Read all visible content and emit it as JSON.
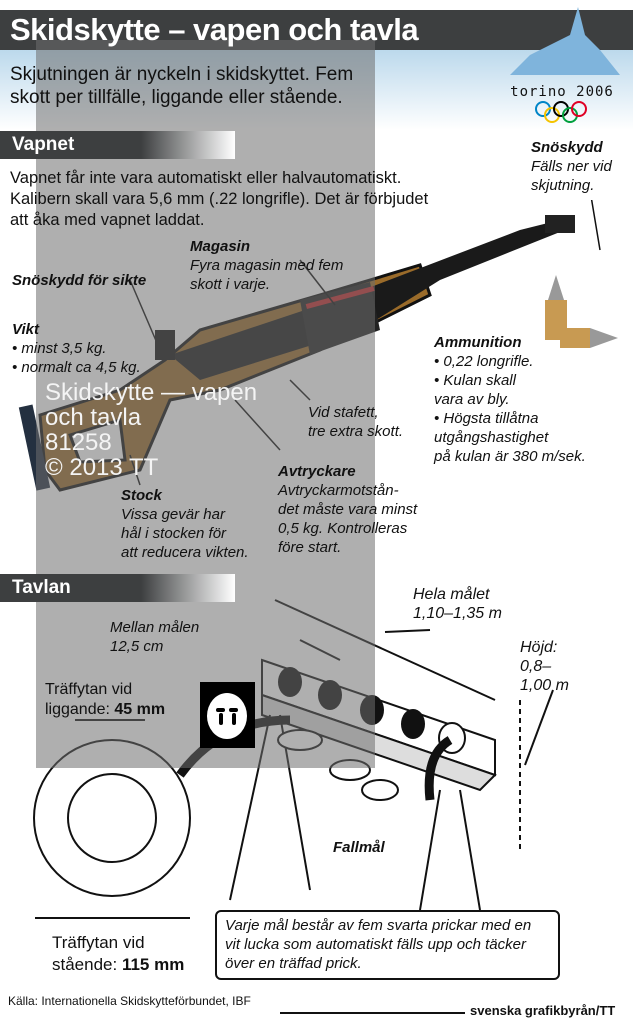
{
  "title": "Skidskytte – vapen och tavla",
  "intro": [
    "Skjutningen är nyckeln i skidskyttet. Fem",
    "skott per tillfälle, liggande eller stående."
  ],
  "logo": {
    "text": "torino 2006",
    "rings_colors": [
      "#0085c7",
      "#f4c300",
      "#000000",
      "#009f3d",
      "#df0024"
    ]
  },
  "sections": {
    "weapon": "Vapnet",
    "target": "Tavlan"
  },
  "weapon_text": [
    "Vapnet får inte vara automatiskt eller halvautomatiskt.",
    "Kalibern skall vara 5,6 mm (.22 longrifle). Det är förbjudet",
    "att åka med vapnet laddat."
  ],
  "labels": {
    "snowguard": {
      "title": "Snöskydd",
      "lines": [
        "Fälls ner vid",
        "skjutning."
      ]
    },
    "magazine": {
      "title": "Magasin",
      "lines": [
        "Fyra magasin med fem",
        "skott i varje."
      ]
    },
    "sight_guard": {
      "title": "Snöskydd för sikte"
    },
    "weight": {
      "title": "Vikt",
      "lines": [
        "• minst 3,5 kg.",
        "• normalt ca 4,5 kg."
      ]
    },
    "ammo": {
      "title": "Ammunition",
      "lines": [
        "• 0,22 longrifle.",
        "• Kulan skall",
        "vara av bly.",
        "• Högsta tillåtna",
        "utgångshastighet",
        "på kulan är 380 m/sek."
      ]
    },
    "relay": {
      "lines": [
        "Vid stafett,",
        "tre extra skott."
      ]
    },
    "trigger": {
      "title": "Avtryckare",
      "lines": [
        "Avtryckarmotstån-",
        "det måste vara minst",
        "0,5 kg. Kontrolleras",
        "före start."
      ]
    },
    "stock": {
      "title": "Stock",
      "lines": [
        "Vissa gevär har",
        "hål i stocken för",
        "att reducera vikten."
      ]
    },
    "whole": {
      "lines": [
        "Hela målet",
        "1,10–1,35 m"
      ]
    },
    "between": {
      "lines": [
        "Mellan målen",
        "12,5 cm"
      ]
    },
    "height": {
      "lines": [
        "Höjd:",
        "0,8–",
        "1,00 m"
      ]
    },
    "prone": {
      "lines": [
        "Träffytan vid",
        "liggande: "
      ],
      "value": "45 mm"
    },
    "standing": {
      "lines": [
        "Träffytan vid",
        "stående: "
      ],
      "value": "115 mm"
    },
    "fallmal": {
      "title": "Fallmål"
    },
    "note": "Varje mål består av fem svarta prickar med en vit lucka som automatiskt fälls upp och täcker över en träffad prick."
  },
  "footer": {
    "source": "Källa: Internationella Skidskytteförbundet, IBF",
    "credit": "svenska grafikbyrån/TT"
  },
  "watermark": {
    "lines": [
      "Skidskytte — vapen",
      "och tavla",
      "81258",
      "© 2013 TT"
    ]
  }
}
